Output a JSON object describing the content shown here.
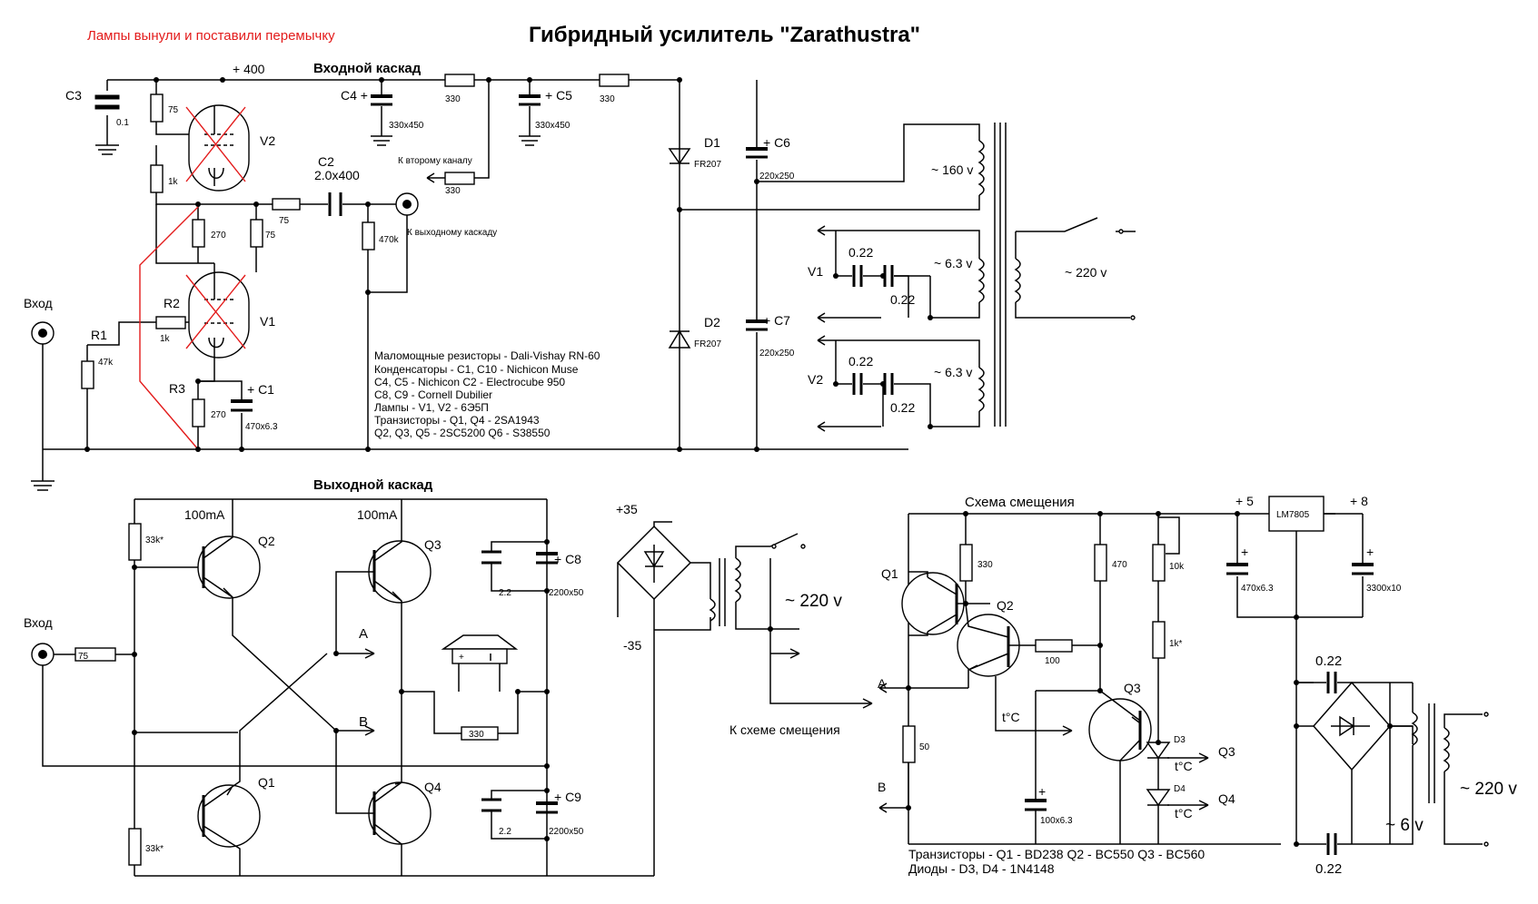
{
  "title": "Гибридный усилитель \"Zarathustra\"",
  "red_note": "Лампы вынули и поставили перемычку",
  "sections": {
    "input": "Входной каскад",
    "output": "Выходной каскад",
    "bias": "Схема смещения"
  },
  "supplies": {
    "plus400": "+ 400",
    "plus35": "+35",
    "minus35": "-35",
    "plus5": "+ 5",
    "plus8": "+ 8"
  },
  "labels": {
    "vhod": "Вход",
    "k_vtoromu": "К второму каналу",
    "k_vyhodnomu": "К выходному каскаду",
    "k_skheme": "К схеме смещения",
    "a": "A",
    "b": "B",
    "tC": "t°C",
    "v160": "~ 160 v",
    "v63": "~ 6.3 v",
    "v220": "~ 220 v",
    "v6": "~ 6 v",
    "ma100": "100mA",
    "lm7805": "LM7805"
  },
  "refs": {
    "C1": "+ C1",
    "C2": "C2",
    "C3": "C3",
    "C4": "C4 +",
    "C5": "+ C5",
    "C6": "+ C6",
    "C7": "+ C7",
    "C8": "+ C8",
    "C9": "+ C9",
    "R1": "R1",
    "R2": "R2",
    "R3": "R3",
    "V1": "V1",
    "V2": "V2",
    "D1": "D1",
    "D2": "D2",
    "D3": "D3",
    "D4": "D4",
    "Q1": "Q1",
    "Q2": "Q2",
    "Q3": "Q3",
    "Q4": "Q4"
  },
  "values": {
    "r75": "75",
    "r1k": "1k",
    "r270": "270",
    "r47k": "47k",
    "r470k": "470k",
    "r330": "330",
    "c01": "0.1",
    "c330x450": "330x450",
    "c2x400": "2.0x400",
    "c470x63": "470x6.3",
    "c220x250": "220x250",
    "fr207": "FR207",
    "c022": "0.22",
    "c22": "2.2",
    "c2200x50": "2200x50",
    "r33k": "33k*",
    "r470": "470",
    "r10k": "10k",
    "r1kstar": "1k*",
    "r100": "100",
    "r50": "50",
    "c100x63": "100x6.3",
    "c3300x10": "3300x10"
  },
  "components_note": [
    "Маломощные резисторы - Dali-Vishay RN-60",
    "Конденсаторы - C1, C10 - Nichicon Muse",
    "C4, C5 - Nichicon C2 - Electrocube 950",
    "C8, C9 - Cornell Dubilier",
    "Лампы - V1, V2 - 6Э5П",
    "Транзисторы - Q1, Q4 - 2SA1943",
    "Q2, Q3, Q5 - 2SC5200 Q6 - S38550"
  ],
  "bias_note": [
    "Транзисторы - Q1 - BD238 Q2 - BC550 Q3 - BC560",
    "Диоды - D3, D4 - 1N4148"
  ]
}
